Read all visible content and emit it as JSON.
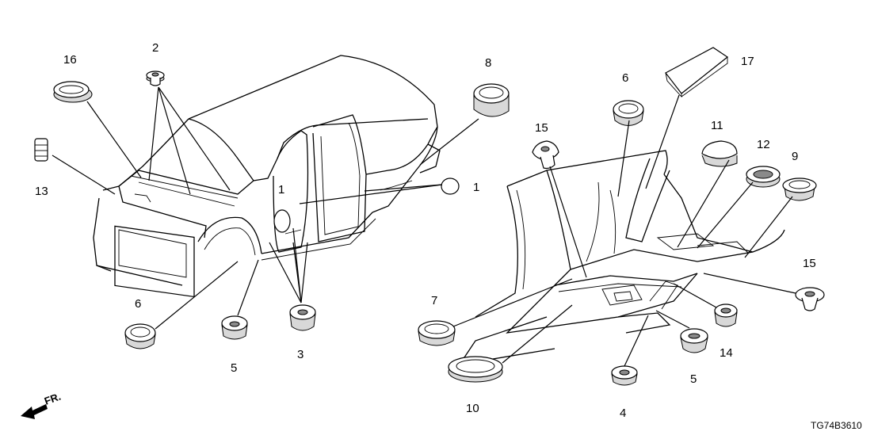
{
  "callouts": {
    "c16": "16",
    "c2": "2",
    "c13": "13",
    "c1a": "1",
    "c1b": "1",
    "c8": "8",
    "c6a": "6",
    "c6b": "6",
    "c17": "17",
    "c15a": "15",
    "c15b": "15",
    "c11": "11",
    "c12": "12",
    "c9": "9",
    "c7": "7",
    "c5a": "5",
    "c5b": "5",
    "c3": "3",
    "c10": "10",
    "c4": "4",
    "c14": "14"
  },
  "direction_label": "FR.",
  "diagram_code": "TG74B3610"
}
